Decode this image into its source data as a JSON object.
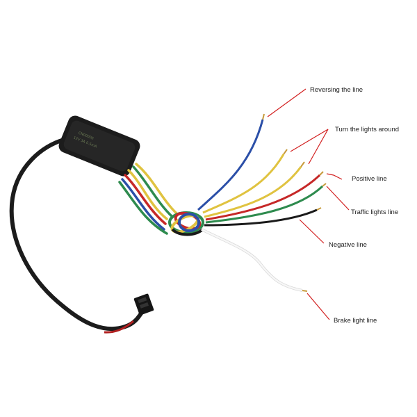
{
  "labels": {
    "reversing": "Reversing the line",
    "turn": "Turn the lights around",
    "positive": "Positive line",
    "traffic": "Traffic lights line",
    "negative": "Negative line",
    "brake": "Brake light line"
  },
  "box_text": [
    "CN00000",
    "12V 3A 0.5mA"
  ],
  "colors": {
    "leader": "#d21f1f",
    "blue_wire": "#2b4fa8",
    "yellow_wire": "#e0c340",
    "red_wire": "#c62828",
    "green_wire": "#2e8b4e",
    "black_wire": "#1a1a1a",
    "white_wire": "#f2f2f2",
    "module": "#1c1c1c"
  }
}
